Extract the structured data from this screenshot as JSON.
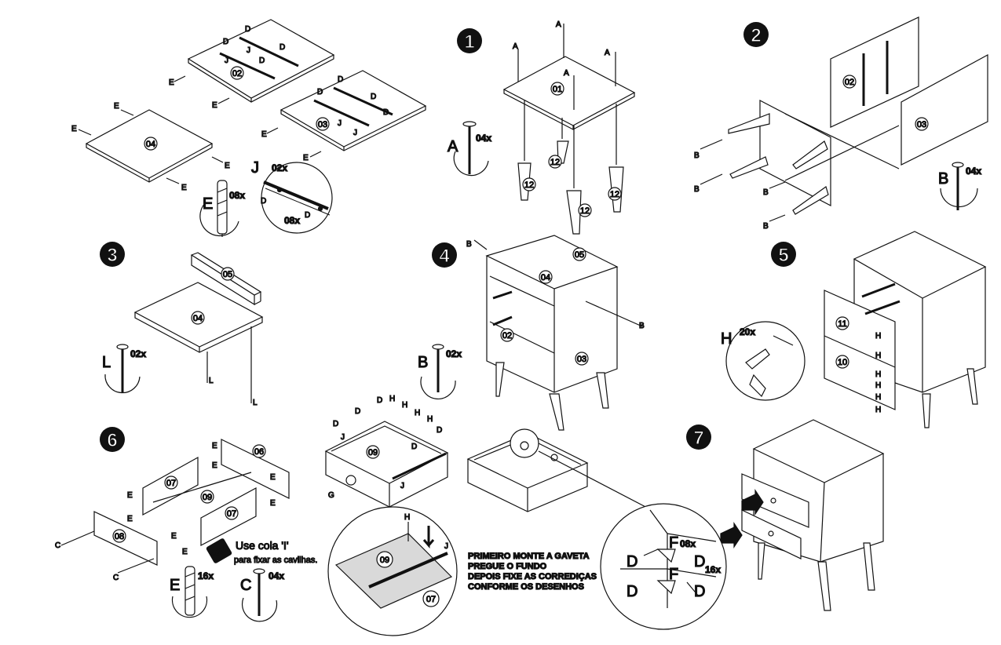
{
  "steps": [
    "1",
    "2",
    "3",
    "4",
    "5",
    "6",
    "7"
  ],
  "part_numbers": {
    "p01": "01",
    "p02": "02",
    "p03": "03",
    "p04": "04",
    "p05": "05",
    "p06": "06",
    "p07": "07",
    "p08": "08",
    "p09": "09",
    "p10": "10",
    "p11": "11",
    "p12": "12"
  },
  "hardware_letters": {
    "A": "A",
    "B": "B",
    "C": "C",
    "D": "D",
    "E": "E",
    "F": "F",
    "G": "G",
    "H": "H",
    "J": "J",
    "L": "L"
  },
  "quantities": {
    "A": "04x",
    "B_step2": "04x",
    "B_step4": "02x",
    "L": "02x",
    "E_top": "08x",
    "J": "02x",
    "D_slide": "08x",
    "H": "20x",
    "E_step6": "16x",
    "C": "04x",
    "F": "08x",
    "D_detail": "16x"
  },
  "glue_badge": "COLA",
  "glue_note": {
    "title": "Use cola 'I'",
    "subtitle": "para fixar as cavilhas."
  },
  "instructions": [
    "PRIMEIRO MONTE A GAVETA",
    "PREGUE O FUNDO",
    "DEPOIS FIXE AS CORREDIÇAS",
    "CONFORME OS DESENHOS"
  ],
  "colors": {
    "ink": "#111111",
    "panel": "#ffffff",
    "shade": "#d9d9d9",
    "badge": "#111111"
  }
}
